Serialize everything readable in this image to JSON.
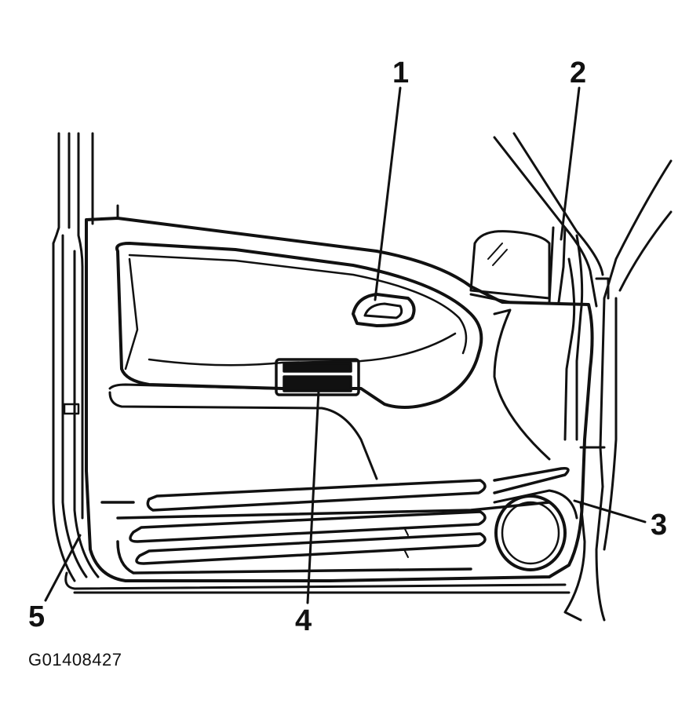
{
  "diagram": {
    "callouts": [
      {
        "id": "1",
        "label": "1"
      },
      {
        "id": "2",
        "label": "2"
      },
      {
        "id": "3",
        "label": "3"
      },
      {
        "id": "4",
        "label": "4"
      },
      {
        "id": "5",
        "label": "5"
      }
    ],
    "figure_id": "G01408427",
    "line_color": "#111111",
    "background": "#ffffff"
  }
}
